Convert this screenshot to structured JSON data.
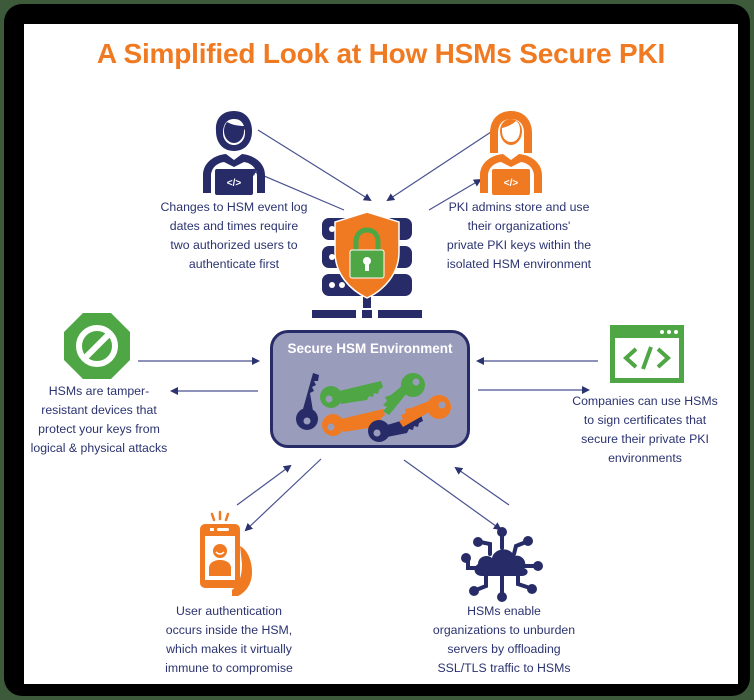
{
  "title": "A Simplified Look at How HSMs Secure PKI",
  "center": {
    "label": "Secure HSM Environment",
    "icon": "keys-icon",
    "server_icon": "server-shield-lock-icon"
  },
  "nodes": [
    {
      "id": "admin-dual-auth",
      "icon": "developer-male-icon",
      "color": "#272c68",
      "caption_lines": [
        "Changes to HSM event log",
        "dates and times require",
        "two authorized users to",
        "authenticate first"
      ]
    },
    {
      "id": "pki-admins",
      "icon": "developer-female-icon",
      "color": "#f07a22",
      "caption_lines": [
        "PKI admins store and use",
        "their organizations'",
        "private PKI keys within the",
        "isolated HSM environment"
      ]
    },
    {
      "id": "tamper-resistant",
      "icon": "stop-prohibited-icon",
      "color": "#4ea645",
      "caption_lines": [
        "HSMs are tamper-",
        "resistant devices that",
        "protect your keys from",
        "logical & physical attacks"
      ]
    },
    {
      "id": "code-signing",
      "icon": "code-window-icon",
      "color": "#4ea645",
      "caption_lines": [
        "Companies can use HSMs",
        "to sign certificates that",
        "secure their private PKI",
        "environments"
      ]
    },
    {
      "id": "user-auth",
      "icon": "phone-user-icon",
      "color": "#f07a22",
      "caption_lines": [
        "User authentication",
        "occurs inside the HSM,",
        "which makes it virtually",
        "immune to compromise"
      ]
    },
    {
      "id": "ssl-offload",
      "icon": "cloud-network-icon",
      "color": "#272c68",
      "caption_lines": [
        "HSMs enable",
        "organizations to unburden",
        "servers by offloading",
        "SSL/TLS traffic to HSMs"
      ]
    }
  ],
  "colors": {
    "navy": "#272c68",
    "orange": "#f07a22",
    "green": "#4ea645",
    "box_fill": "#9a9cbc",
    "arrow": "#3d4585"
  }
}
